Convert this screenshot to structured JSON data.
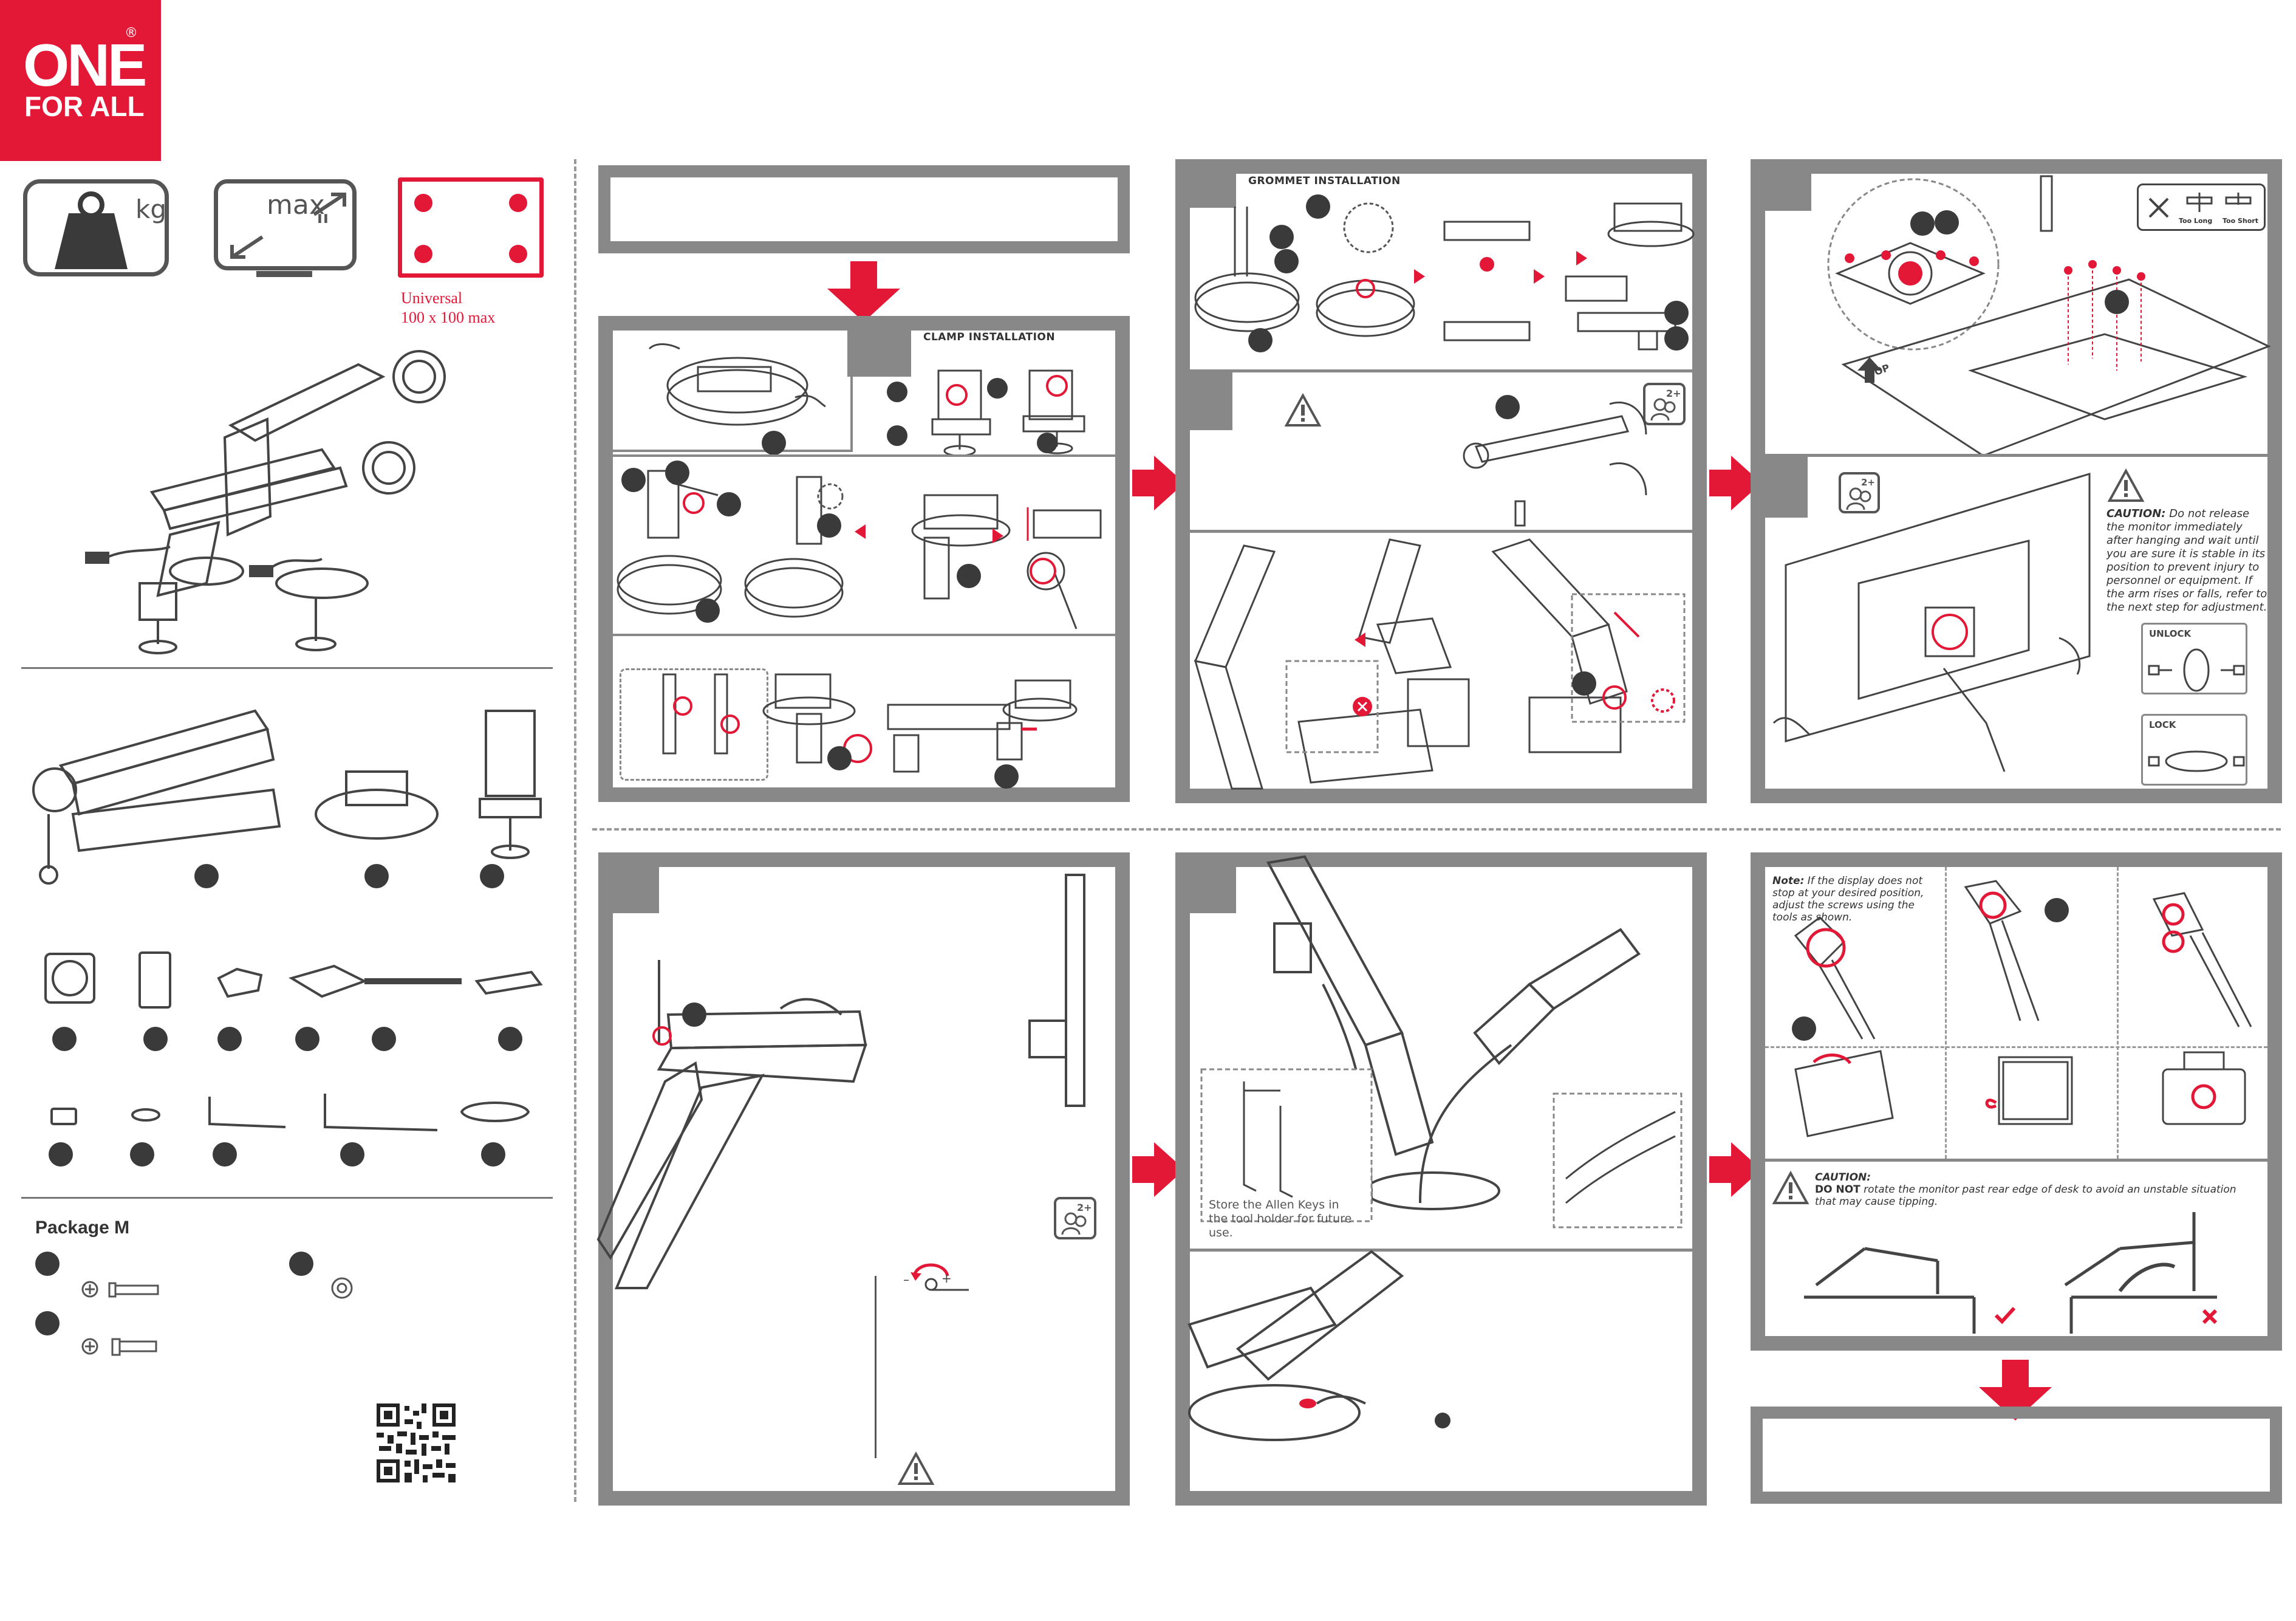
{
  "brand": {
    "line1": "ONE",
    "line2": "FOR ALL",
    "mark": "®"
  },
  "specs": {
    "weight_unit": "kg",
    "size_label": "max",
    "size_unit": "\"",
    "vesa_line1": "Universal",
    "vesa_line2": "100 x 100 max"
  },
  "package": {
    "title": "Package M"
  },
  "panels": {
    "clamp_title": "CLAMP INSTALLATION",
    "grommet_title": "GROMMET INSTALLATION",
    "too_long": "Too Long",
    "too_short": "Too Short",
    "top_label": "TOP",
    "caution_prefix": "CAUTION:",
    "caution_hang": "Do not release the monitor immediately after hanging and wait until you are sure it is stable in its position to prevent injury to personnel or equipment. If the arm rises or falls, refer to the next step for adjustment.",
    "unlock": "UNLOCK",
    "lock": "LOCK",
    "people": "2+",
    "tension_minus": "–",
    "tension_plus": "+",
    "allen_note": "Store the Allen Keys in the tool holder for future use.",
    "note_prefix": "Note:",
    "note_text": "If the display does not stop at your desired position, adjust the screws using the tools as shown.",
    "caution2_prefix": "CAUTION:",
    "caution2_bold": "DO NOT",
    "caution2_text": "rotate the monitor past rear edge of desk to avoid an unstable situation that may cause tipping."
  },
  "colors": {
    "accent": "#e31837",
    "frame": "#888888",
    "ink": "#3a3a3a"
  }
}
